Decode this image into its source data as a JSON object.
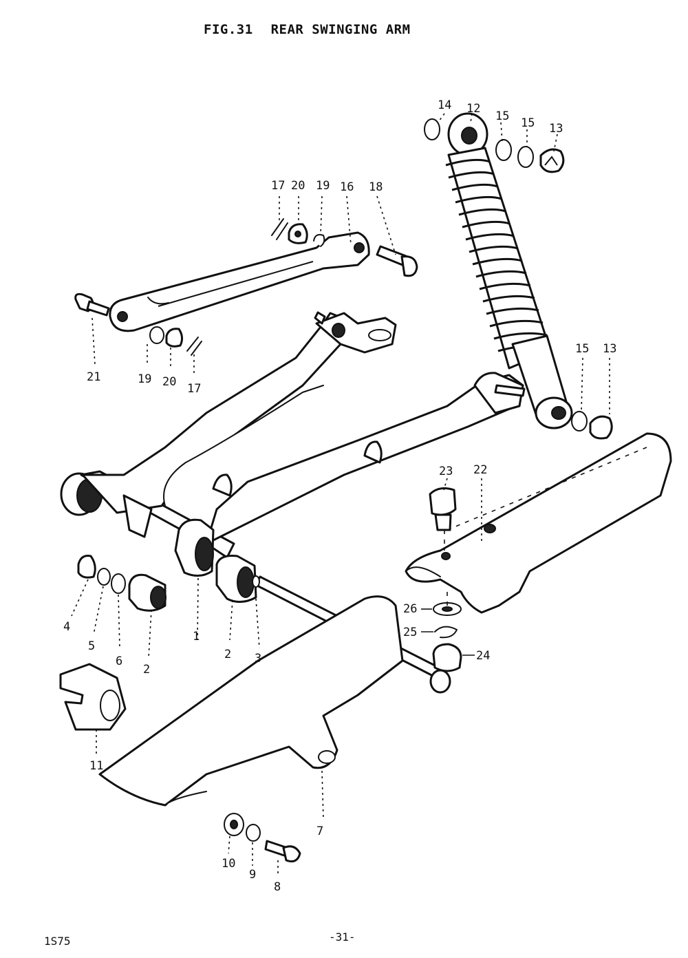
{
  "header": {
    "fig_number": "FIG.31",
    "fig_title": "REAR SWINGING ARM"
  },
  "footer": {
    "left_code": "1S75",
    "page_number": "-31-"
  },
  "callouts": {
    "c1": "1",
    "c2a": "2",
    "c2b": "2",
    "c3": "3",
    "c4": "4",
    "c5": "5",
    "c6": "6",
    "c7": "7",
    "c8": "8",
    "c9": "9",
    "c10": "10",
    "c11": "11",
    "c12": "12",
    "c13a": "13",
    "c13b": "13",
    "c14": "14",
    "c15a": "15",
    "c15b": "15",
    "c15c": "15",
    "c16": "16",
    "c17a": "17",
    "c17b": "17",
    "c18": "18",
    "c19a": "19",
    "c19b": "19",
    "c20a": "20",
    "c20b": "20",
    "c21": "21",
    "c22": "22",
    "c23": "23",
    "c24": "24",
    "c25": "25",
    "c26": "26"
  }
}
